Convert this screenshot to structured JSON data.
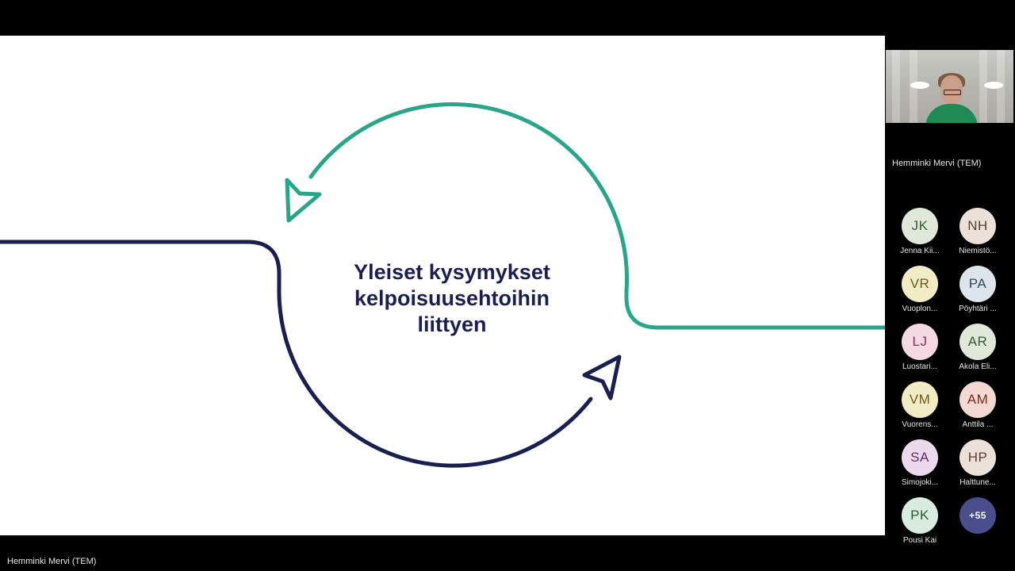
{
  "slide": {
    "title_lines": [
      "Yleiset kysymykset",
      "kelpoisuusehtoihin",
      "liittyen"
    ],
    "colors": {
      "teal": "#2aa58a",
      "navy": "#1b1f4e",
      "text": "#1b1f4e"
    }
  },
  "presenter": {
    "name": "Hemminki Mervi (TEM)"
  },
  "video": {
    "name": "Hemminki Mervi (TEM)"
  },
  "participants": [
    {
      "initials": "JK",
      "name": "Jenna Kii...",
      "bg": "#dfe8d9",
      "fg": "#3c5a34"
    },
    {
      "initials": "NH",
      "name": "Niemistö...",
      "bg": "#ece1d9",
      "fg": "#5a3e30"
    },
    {
      "initials": "VR",
      "name": "Vuoplon...",
      "bg": "#f1ecc6",
      "fg": "#6a5c16"
    },
    {
      "initials": "PA",
      "name": "Pöyhtäri ...",
      "bg": "#dde5ec",
      "fg": "#2f4660"
    },
    {
      "initials": "LJ",
      "name": "Luostari...",
      "bg": "#f4d8e2",
      "fg": "#8a2e55"
    },
    {
      "initials": "AR",
      "name": "Akola Eli...",
      "bg": "#dfe8d9",
      "fg": "#3c5a34"
    },
    {
      "initials": "VM",
      "name": "Vuorens...",
      "bg": "#f1ecc6",
      "fg": "#6a5c16"
    },
    {
      "initials": "AM",
      "name": "Anttila ...",
      "bg": "#f3d9d2",
      "fg": "#7a2a1e"
    },
    {
      "initials": "SA",
      "name": "Simojoki...",
      "bg": "#ecd9ee",
      "fg": "#5e2d6a"
    },
    {
      "initials": "HP",
      "name": "Halttune...",
      "bg": "#ece1d9",
      "fg": "#5a3e30"
    },
    {
      "initials": "PK",
      "name": "Pousi Kai",
      "bg": "#d9ecdf",
      "fg": "#265c3a"
    }
  ],
  "more": {
    "label": "+55"
  }
}
